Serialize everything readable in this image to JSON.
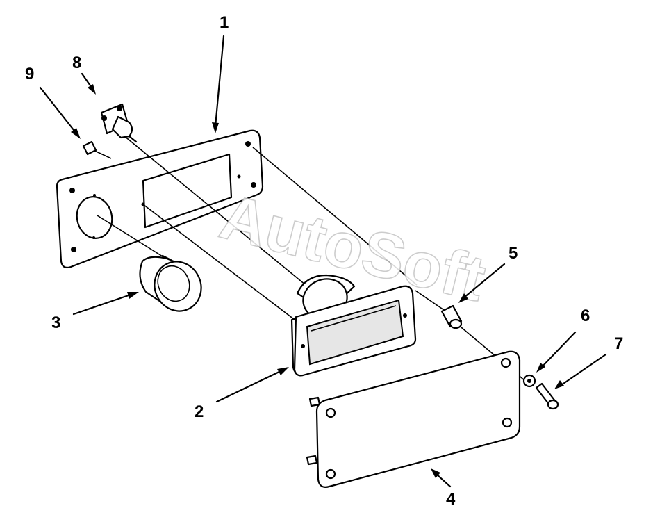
{
  "diagram": {
    "watermark": "AutoSoft",
    "callouts": [
      {
        "id": "c1",
        "label": "1"
      },
      {
        "id": "c2",
        "label": "2"
      },
      {
        "id": "c3",
        "label": "3"
      },
      {
        "id": "c4",
        "label": "4"
      },
      {
        "id": "c5",
        "label": "5"
      },
      {
        "id": "c6",
        "label": "6"
      },
      {
        "id": "c7",
        "label": "7"
      },
      {
        "id": "c8",
        "label": "8"
      },
      {
        "id": "c9",
        "label": "9"
      }
    ]
  }
}
